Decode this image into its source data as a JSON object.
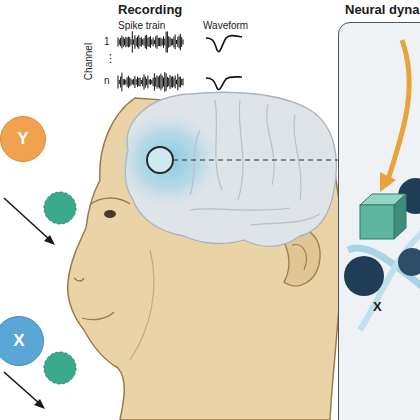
{
  "diagram": {
    "nodes": [
      {
        "text": [
          "Y"
        ]
      },
      {
        "text": [
          "X"
        ]
      },
      {
        "text": [
          "Neural dyna"
        ]
      }
    ],
    "labels": [
      "Recording",
      "Spike train",
      "Waveform",
      "Channel",
      "1",
      "⋮",
      "n",
      "X"
    ]
  }
}
